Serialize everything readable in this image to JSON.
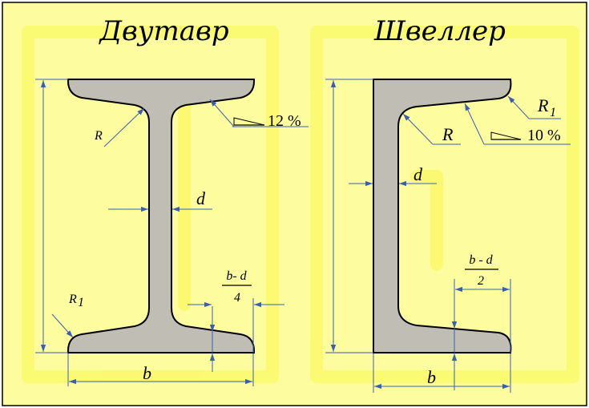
{
  "titles": {
    "ibeam": "Двутавр",
    "channel": "Швеллер"
  },
  "ibeam": {
    "R": "R",
    "R1": "R",
    "R1_sub": "1",
    "slope": "12 %",
    "d": "d",
    "b": "b",
    "frac_num": "b- d",
    "frac_den": "4"
  },
  "channel": {
    "R": "R",
    "R1": "R",
    "R1_sub": "1",
    "slope": "10 %",
    "d": "d",
    "b": "b",
    "frac_num": "b - d",
    "frac_den": "2"
  },
  "colors": {
    "background": "#fdfda0",
    "highlight": "#fbf96e",
    "steel": "#c0bdb5",
    "dimension": "#3a5fb0"
  }
}
